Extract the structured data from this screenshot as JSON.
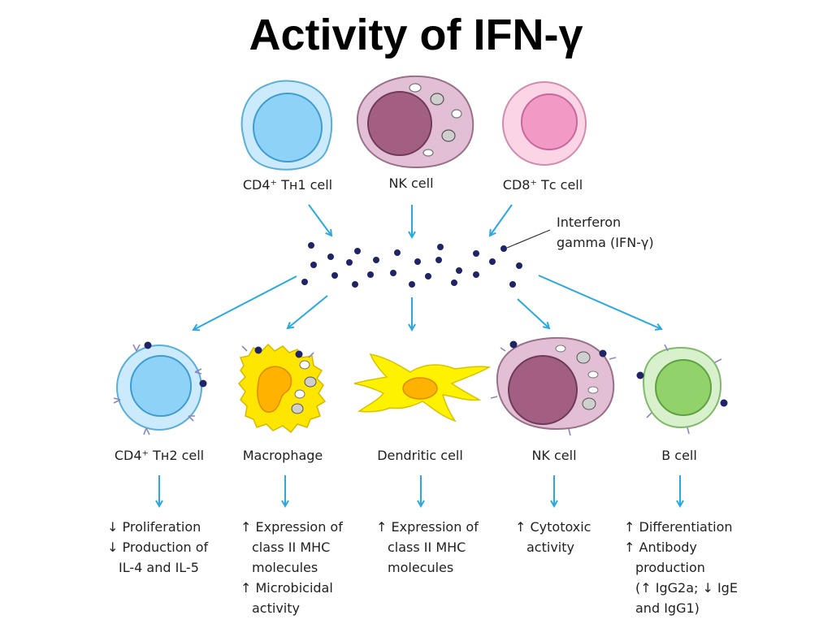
{
  "title": "Activity of IFN-γ",
  "producers": {
    "th1": {
      "label": "CD4⁺ Tʜ1 cell"
    },
    "nk": {
      "label": "NK cell"
    },
    "tc": {
      "label": "CD8⁺ Tᴄ cell"
    }
  },
  "ifn_label": {
    "line1": "Interferon",
    "line2": "gamma (IFN-γ)"
  },
  "targets": {
    "th2": {
      "label": "CD4⁺ Tʜ2 cell",
      "effects": [
        "↓ Proliferation",
        "↓ Production of",
        "IL-4 and IL-5"
      ]
    },
    "macrophage": {
      "label": "Macrophage",
      "effects": [
        "↑ Expression of",
        "class II MHC",
        "molecules",
        "↑ Microbicidal",
        "activity"
      ]
    },
    "dendritic": {
      "label": "Dendritic cell",
      "effects": [
        "↑ Expression of",
        "class II MHC",
        "molecules"
      ]
    },
    "nk": {
      "label": "NK cell",
      "effects": [
        "↑ Cytotoxic",
        "activity"
      ]
    },
    "bcell": {
      "label": "B cell",
      "effects": [
        "↑ Differentiation",
        "↑ Antibody",
        "production",
        "(↑ IgG2a; ↓ IgE",
        "and IgG1)"
      ]
    }
  },
  "colors": {
    "arrow": "#29a9e0",
    "dot": "#1e2466",
    "th_fill": "#cbeafc",
    "th_nucleus": "#8ed3f7",
    "nk_fill": "#e3bfd5",
    "nk_nucleus": "#a35f82",
    "tc_fill": "#fbd5e6",
    "tc_nucleus": "#f29ac6",
    "macro_fill": "#ffe600",
    "macro_nucleus": "#ffb300",
    "b_fill": "#d8f0cc",
    "b_nucleus": "#92d26a"
  }
}
